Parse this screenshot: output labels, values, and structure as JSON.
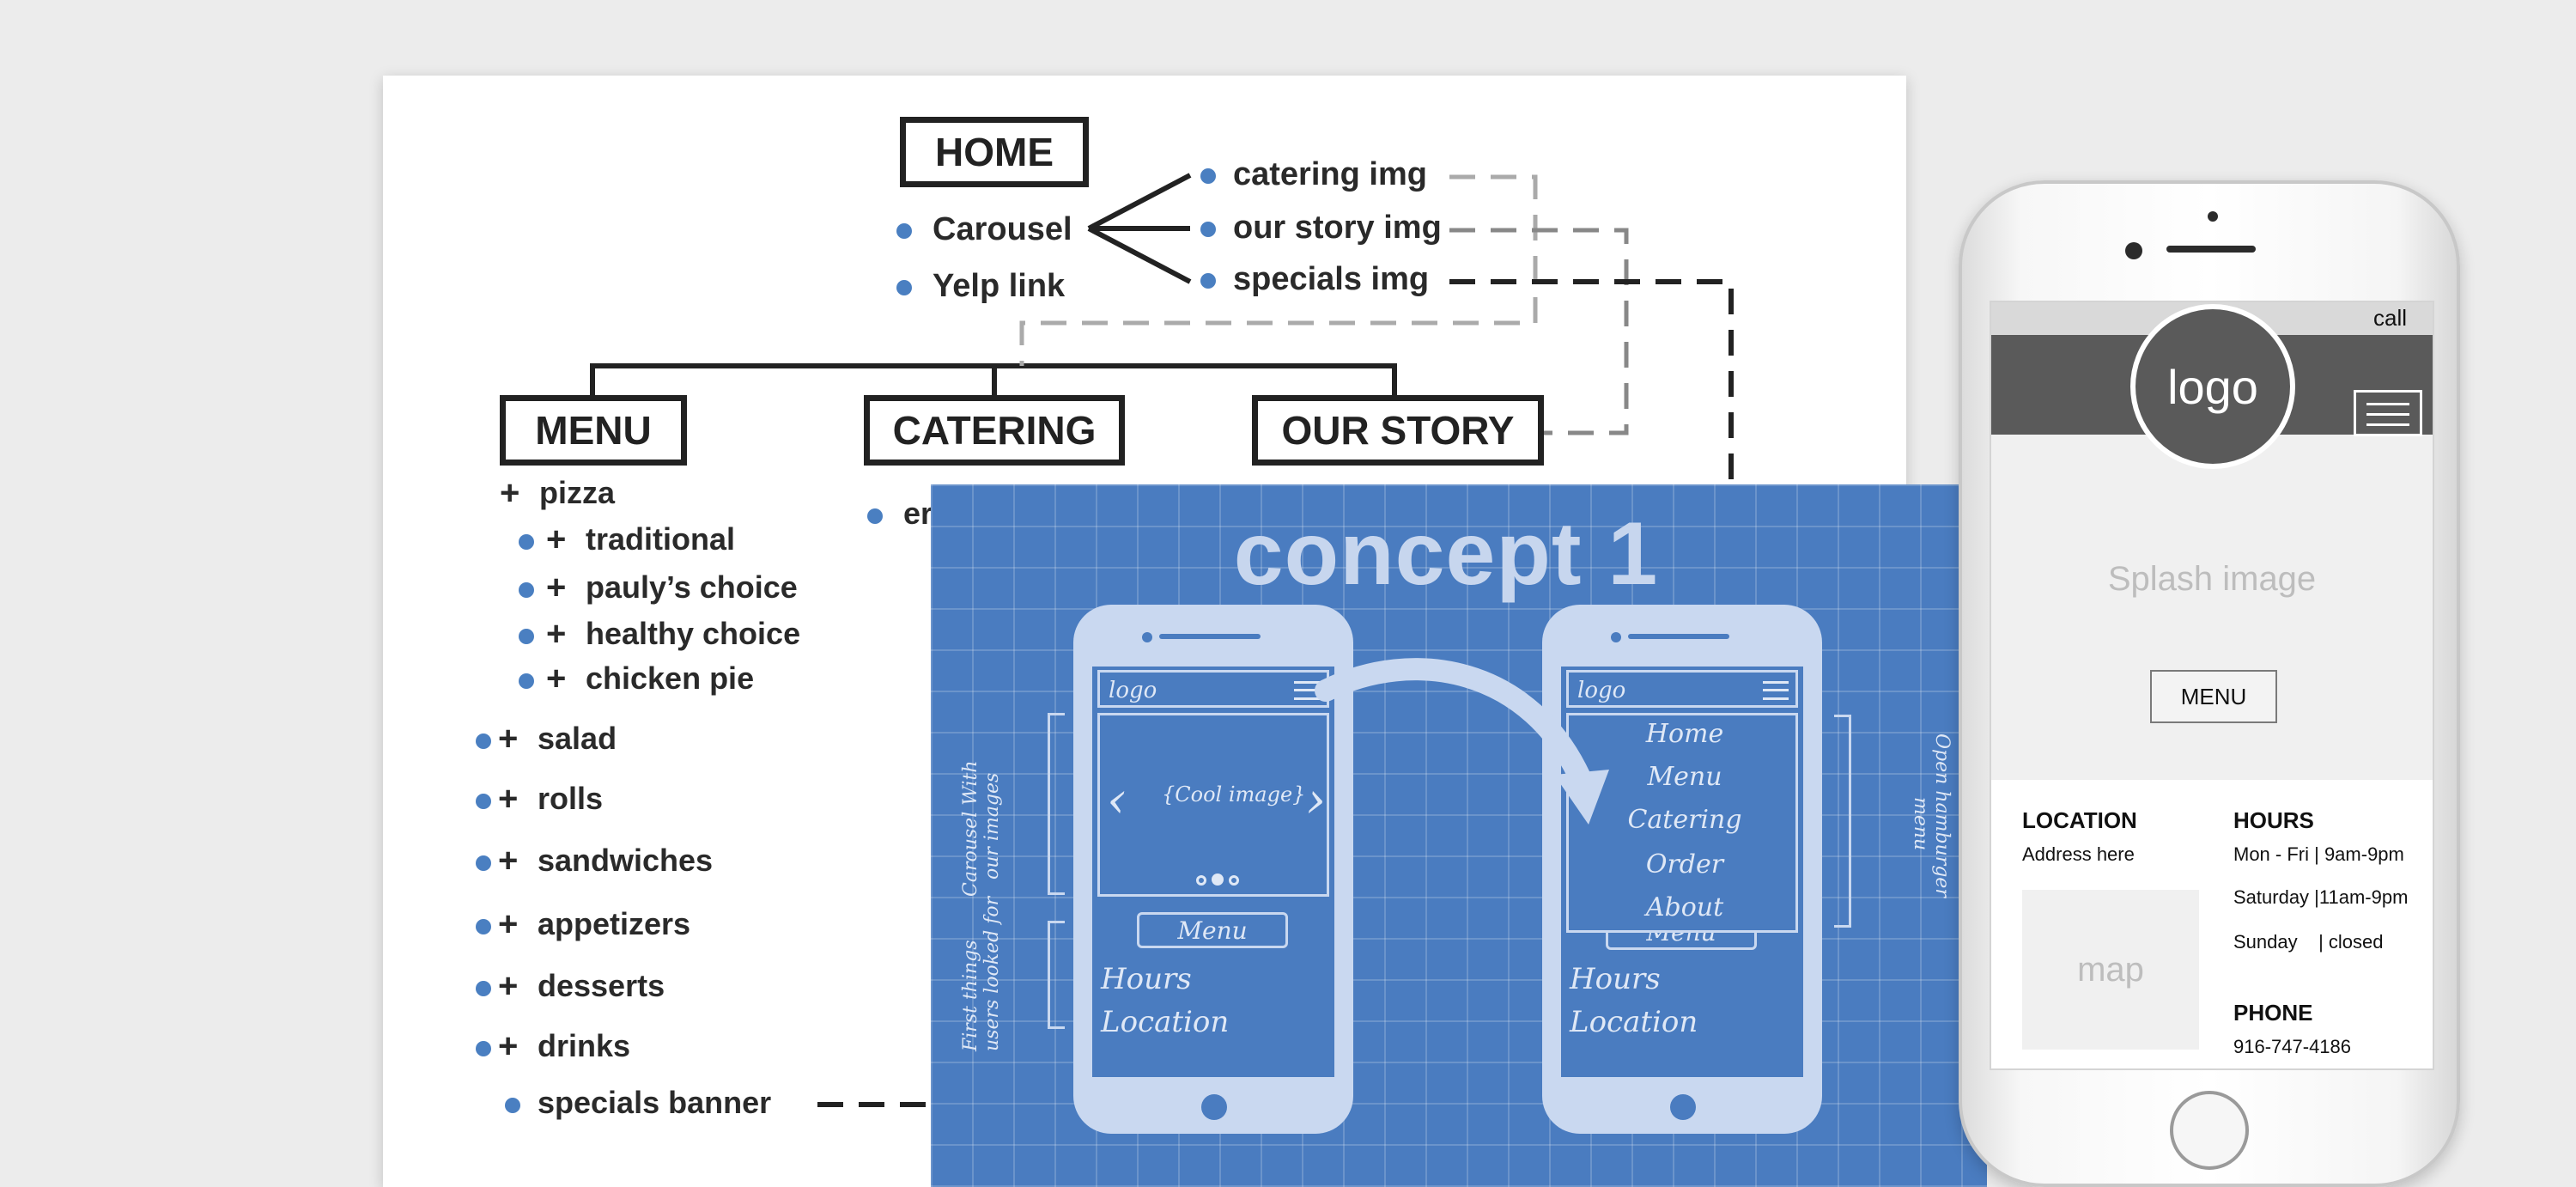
{
  "sitemap": {
    "home": "HOME",
    "home_items": [
      "Carousel",
      "Yelp link"
    ],
    "carousel_images": [
      "catering img",
      "our story img",
      "specials img"
    ],
    "sections": {
      "menu": "MENU",
      "catering": "CATERING",
      "our_story": "OUR STORY"
    },
    "menu_top": "pizza",
    "menu_pizza_sub": [
      "traditional",
      "pauly’s choice",
      "healthy choice",
      "chicken pie"
    ],
    "menu_items": [
      "salad",
      "rolls",
      "sandwiches",
      "appetizers",
      "desserts",
      "drinks"
    ],
    "specials": "specials banner",
    "catering_item_partial": "er",
    "plus_glyph": "+"
  },
  "concept": {
    "title": "concept 1",
    "logo": "logo",
    "cool_image": "{Cool image}",
    "menu_button": "Menu",
    "hours": "Hours",
    "location": "Location",
    "nav_items": [
      "Home",
      "Menu",
      "Catering",
      "Order",
      "About"
    ],
    "note_carousel_1": "Carousel With",
    "note_carousel_2": "our images",
    "note_first_1": "First things",
    "note_first_2": "users looked for",
    "note_open_1": "Open hamburger",
    "note_open_2": "menu",
    "arrow_left": "‹",
    "arrow_right": "›"
  },
  "mockup": {
    "call": "call",
    "logo": "logo",
    "splash": "Splash image",
    "menu_button": "MENU",
    "location_heading": "LOCATION",
    "address": "Address here",
    "map": "map",
    "hours_heading": "HOURS",
    "hours": [
      "Mon - Fri | 9am-9pm",
      "Saturday |11am-9pm",
      "Sunday    | closed"
    ],
    "phone_heading": "PHONE",
    "phone": "916-747-4186"
  },
  "colors": {
    "bullet_blue": "#4a7fc1",
    "blueprint": "#4a7cc0",
    "blueprint_ink": "#c9d8f0",
    "mock_header": "#5a5a5a"
  }
}
